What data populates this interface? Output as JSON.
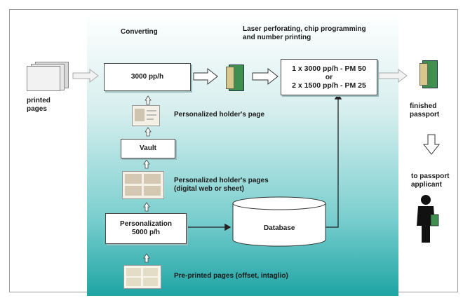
{
  "outside": {
    "printed_pages_label": [
      "printed",
      "pages"
    ],
    "finished_passport_label": [
      "finished",
      "passport"
    ],
    "applicant_label": [
      "to passport",
      "applicant"
    ]
  },
  "process": {
    "converting_label": "Converting",
    "laser_label": [
      "Laser perforating, chip programming",
      "and number printing"
    ],
    "speed_box": "3000 pp/h",
    "machines_box": [
      "1 x 3000 pp/h - PM 50",
      "or",
      "2 x 1500 pp/h - PM 25"
    ],
    "holder_page_label": "Personalized holder's page",
    "vault_box": "Vault",
    "holder_pages_label": [
      "Personalized holder's pages",
      "(digital web or sheet)"
    ],
    "personalization_box": [
      "Personalization",
      "5000 p/h"
    ],
    "database_label": "Database",
    "preprinted_label": "Pre-printed pages (offset, intaglio)"
  },
  "colors": {
    "panel_top": "#ffffff",
    "panel_bottom": "#1fa4a4",
    "passport_green": "#3f8f4f",
    "person": "#111111"
  }
}
